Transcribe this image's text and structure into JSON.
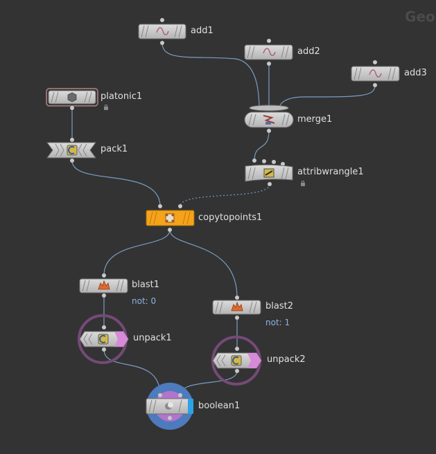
{
  "network": {
    "context": "Geo"
  },
  "nodes": {
    "add1": {
      "label": "add1",
      "icon": "sine-wave-icon"
    },
    "add2": {
      "label": "add2",
      "icon": "sine-wave-icon"
    },
    "add3": {
      "label": "add3",
      "icon": "sine-wave-icon"
    },
    "platonic1": {
      "label": "platonic1",
      "icon": "platonic-solid-icon",
      "locked": true
    },
    "merge1": {
      "label": "merge1",
      "icon": "merge-icon"
    },
    "pack1": {
      "label": "pack1",
      "icon": "pack-icon"
    },
    "attribwrangle1": {
      "label": "attribwrangle1",
      "icon": "wrangle-icon",
      "locked": true
    },
    "copytopoints1": {
      "label": "copytopoints1",
      "icon": "copy-to-points-icon",
      "display_flag": true
    },
    "blast1": {
      "label": "blast1",
      "icon": "blast-icon",
      "info": "not: 0"
    },
    "blast2": {
      "label": "blast2",
      "icon": "blast-icon",
      "info": "not: 1"
    },
    "unpack1": {
      "label": "unpack1",
      "icon": "unpack-icon"
    },
    "unpack2": {
      "label": "unpack2",
      "icon": "unpack-icon"
    },
    "boolean1": {
      "label": "boolean1",
      "icon": "boolean-icon",
      "render_flag": true
    }
  },
  "colors": {
    "background": "#333333",
    "node_body": "#c9c9c9",
    "wire": "#7a9ec4",
    "display_flag": "#f5a31a",
    "selection_ring": "#744a78",
    "render_flag": "#2ba3e8",
    "boolean_highlight": "#4d7bbd"
  }
}
